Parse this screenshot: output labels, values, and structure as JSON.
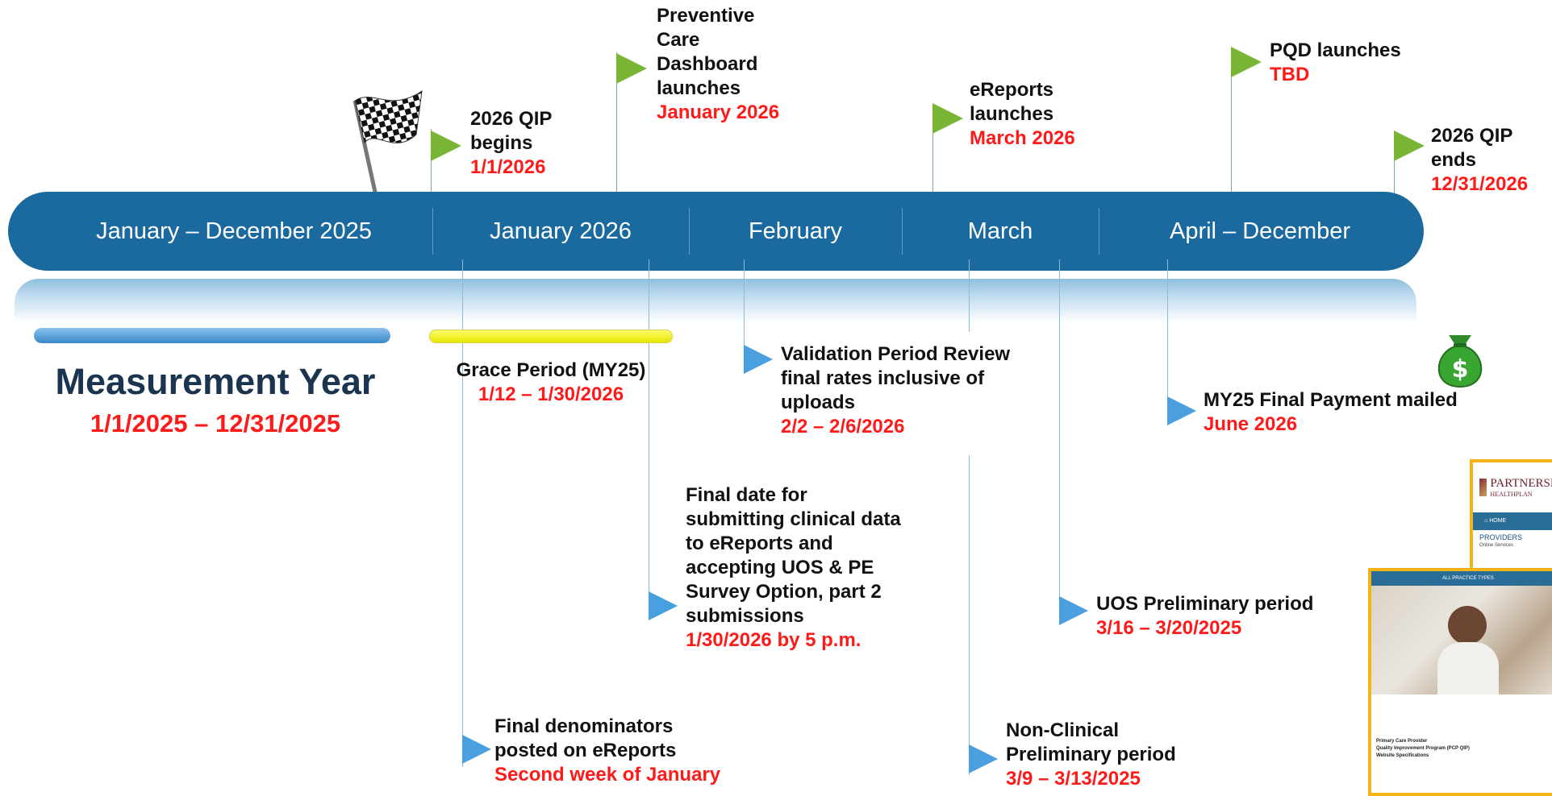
{
  "timeline": {
    "segments": [
      "January – December 2025",
      "January 2026",
      "February",
      "March",
      "April – December"
    ]
  },
  "flags": {
    "qip_begins": {
      "label": "2026 QIP\nbegins",
      "date": "1/1/2026"
    },
    "dashboard": {
      "label": "Preventive\nCare\nDashboard\nlaunches",
      "date": "January 2026"
    },
    "ereports": {
      "label": "eReports\nlaunches",
      "date": "March 2026"
    },
    "pqd": {
      "label": "PQD launches",
      "date": "TBD"
    },
    "qip_ends": {
      "label": "2026 QIP ends",
      "date": "12/31/2026"
    }
  },
  "measurement_year": {
    "title": "Measurement Year",
    "dates": "1/1/2025 – 12/31/2025"
  },
  "grace_period": {
    "title": "Grace Period (MY25)",
    "dates": "1/12 – 1/30/2026"
  },
  "events": {
    "validation": {
      "label": "Validation Period Review\nfinal rates inclusive of\nuploads",
      "date": "2/2 – 2/6/2026"
    },
    "final_payment": {
      "label": "MY25 Final Payment mailed",
      "date": "June 2026"
    },
    "final_date": {
      "label": "Final date for\nsubmitting clinical data\nto eReports and\naccepting UOS & PE\nSurvey Option, part 2\nsubmissions",
      "date": "1/30/2026 by 5 p.m."
    },
    "uos_prelim": {
      "label": "UOS Preliminary period",
      "date": "3/16 – 3/20/2025"
    },
    "denominators": {
      "label": "Final denominators\nposted on eReports",
      "date": "Second week of January"
    },
    "nonclinical": {
      "label": "Non-Clinical\nPreliminary period",
      "date": "3/9 – 3/13/2025"
    }
  },
  "thumbnails": {
    "back": {
      "logo_text": "PARTNERSHIP",
      "logo_sub": "HEALTHPLAN",
      "nav_home": "HOME",
      "section": "PROVIDERS",
      "link": "Online Services"
    },
    "front": {
      "banner": "ALL PRACTICE TYPES",
      "caption": [
        "Primary Care Provider",
        "Quality Improvement Program (PCP QIP)",
        "Website Specifications"
      ]
    }
  },
  "colors": {
    "band": "#1a6aa0",
    "flag": "#78b535",
    "marker": "#4aa0de",
    "accent_red": "#ff1a1a"
  },
  "icons": [
    "checkered-flag-icon",
    "money-bag-icon",
    "green-flag-icon",
    "blue-marker-icon"
  ]
}
